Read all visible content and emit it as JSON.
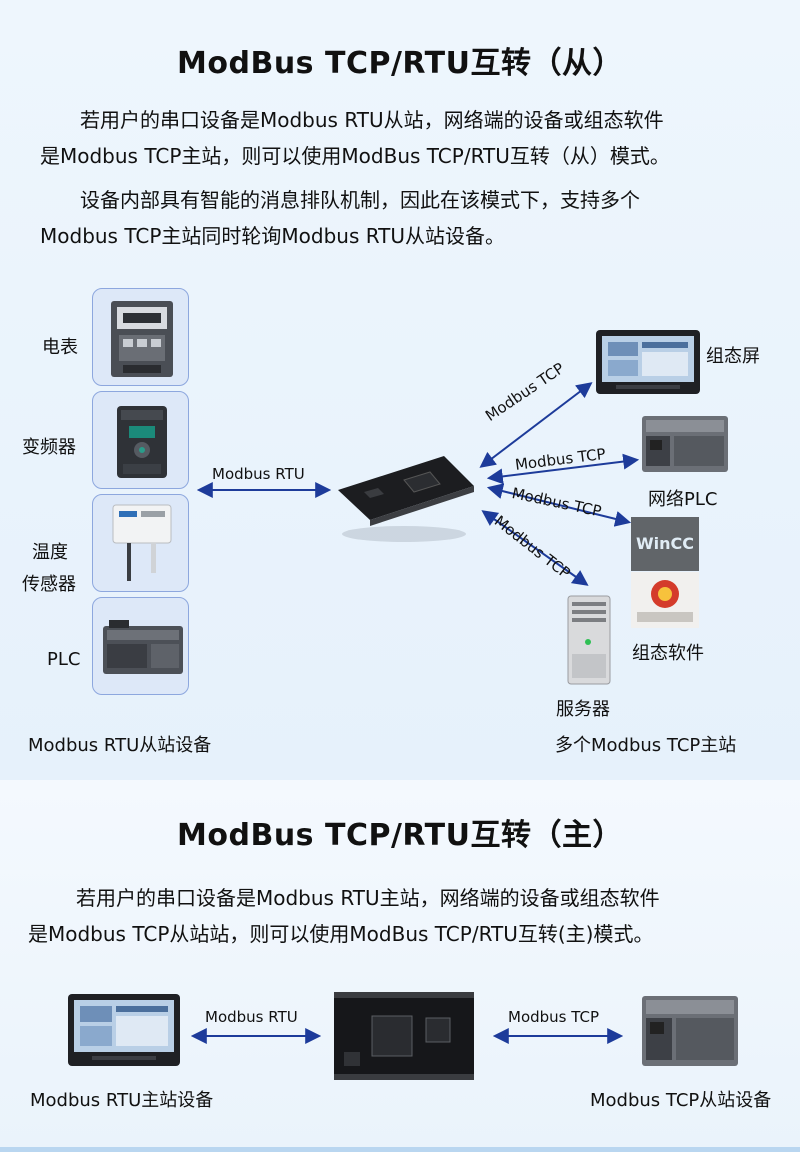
{
  "slave_mode": {
    "title": "ModBus TCP/RTU互转（从）",
    "para1_line1": "若用户的串口设备是Modbus RTU从站，网络端的设备或组态软件",
    "para1_line2": "是Modbus TCP主站，则可以使用ModBus TCP/RTU互转（从）模式。",
    "para2_line1": "设备内部具有智能的消息排队机制，因此在该模式下，支持多个",
    "para2_line2": "Modbus TCP主站同时轮询Modbus RTU从站设备。",
    "left_devices": [
      "电表",
      "变频器",
      "温度",
      "传感器",
      "PLC"
    ],
    "left_caption": "Modbus  RTU从站设备",
    "rtu_link_label": "Modbus  RTU",
    "tcp_link_label": "Modbus TCP",
    "right_devices": {
      "hmi": "组态屏",
      "plc": "网络PLC",
      "software": "组态软件",
      "server": "服务器",
      "wincc_logo": "WinCC"
    },
    "right_caption": "多个Modbus TCP主站"
  },
  "master_mode": {
    "title": "ModBus TCP/RTU互转（主）",
    "para_line1": "若用户的串口设备是Modbus RTU主站，网络端的设备或组态软件",
    "para_line2": "是Modbus TCP从站站，则可以使用ModBus TCP/RTU互转(主)模式。",
    "rtu_link_label": "Modbus  RTU",
    "tcp_link_label": "Modbus  TCP",
    "left_caption": "Modbus  RTU主站设备",
    "right_caption": "Modbus TCP从站设备"
  },
  "colors": {
    "arrow": "#1d3b9a",
    "box_border": "#8da7de",
    "box_fill": "#dde8f8"
  }
}
